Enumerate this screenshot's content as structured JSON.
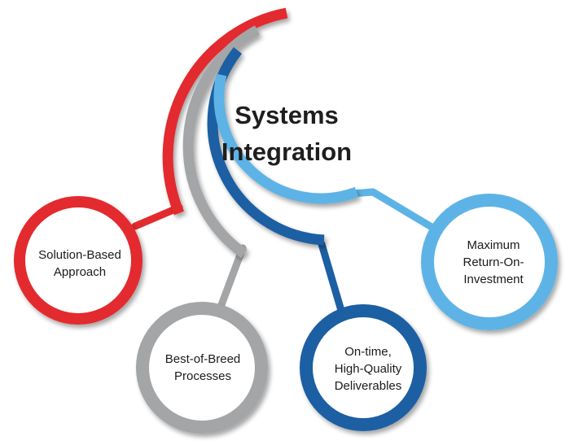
{
  "title": {
    "line1": "Systems",
    "line2": "Integration"
  },
  "colors": {
    "red": "#e32b2e",
    "gray": "#a3a5a7",
    "dark_blue": "#1d5fa3",
    "light_blue": "#5db3e6"
  },
  "nodes": [
    {
      "id": "solution",
      "lines": [
        "Solution-Based",
        "Approach"
      ],
      "color": "red"
    },
    {
      "id": "best-of-breed",
      "lines": [
        "Best-of-Breed",
        "Processes"
      ],
      "color": "gray"
    },
    {
      "id": "on-time",
      "lines": [
        "On-time,",
        "High-Quality",
        "Deliverables"
      ],
      "color": "dark_blue"
    },
    {
      "id": "roi",
      "lines": [
        "Maximum",
        "Return-On-",
        "Investment"
      ],
      "color": "light_blue"
    }
  ]
}
